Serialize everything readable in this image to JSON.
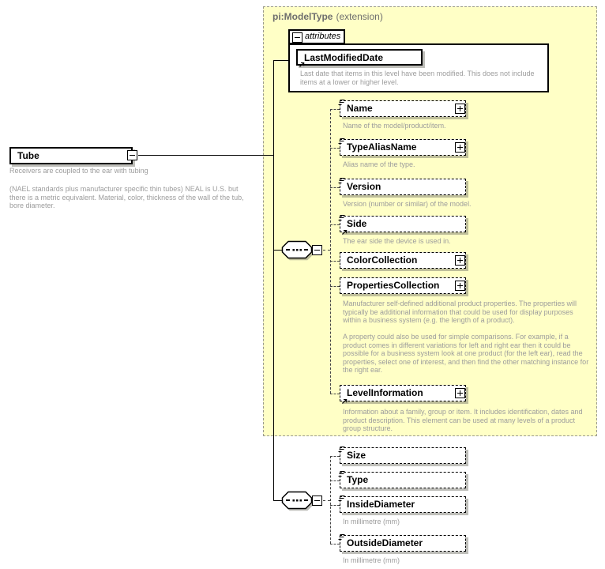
{
  "diagram": {
    "region": {
      "name": "pi:ModelType",
      "suffix": "(extension)"
    },
    "attributes_section": {
      "label": "attributes",
      "attribute": {
        "label": "LastModifiedDate",
        "desc": "Last date that items in this level have been modified. This does not include items at a lower or higher level."
      }
    },
    "root_element": {
      "label": "Tube",
      "desc1": "Receivers are coupled to the ear with tubing",
      "desc2": "(NAEL standards plus manufacturer specific thin tubes)  NEAL is U.S. but there is a metric equivalent.  Material, color, thickness of the wall of the tub, bore diameter."
    },
    "model_children": [
      {
        "label": "Name",
        "desc": "Name of the model/product/item."
      },
      {
        "label": "TypeAliasName",
        "desc": "Alias name of the type."
      },
      {
        "label": "Version",
        "desc": "Version (number or similar) of the model."
      },
      {
        "label": "Side",
        "desc": "The ear side the device is used in."
      },
      {
        "label": "ColorCollection"
      },
      {
        "label": "PropertiesCollection",
        "desc1": "Manufacturer self-defined additional product properties.  The properties will typically be additional information that could be used for display purposes within a business system (e.g. the length of a product).",
        "desc2": "A property could also be used for simple comparisons.  For example, if a product comes in different variations for left and right ear then it could be possible for a business system look at one product (for the left ear), read the properties, select one of interest, and then find the other matching instance for the right ear."
      },
      {
        "label": "LevelInformation",
        "desc": "Information about a family, group or item. It includes identification, dates and product description. This element can be used at many levels of a product group structure."
      }
    ],
    "tube_children": [
      {
        "label": "Size"
      },
      {
        "label": "Type"
      },
      {
        "label": "InsideDiameter",
        "desc": "In millimetre (mm)"
      },
      {
        "label": "OutsideDiameter",
        "desc": "In millimetre (mm)"
      }
    ],
    "colors": {
      "region_fill": "#FFFFC6",
      "annotation_text": "#9C9C9C",
      "shadow": "#C0C0B0"
    }
  }
}
